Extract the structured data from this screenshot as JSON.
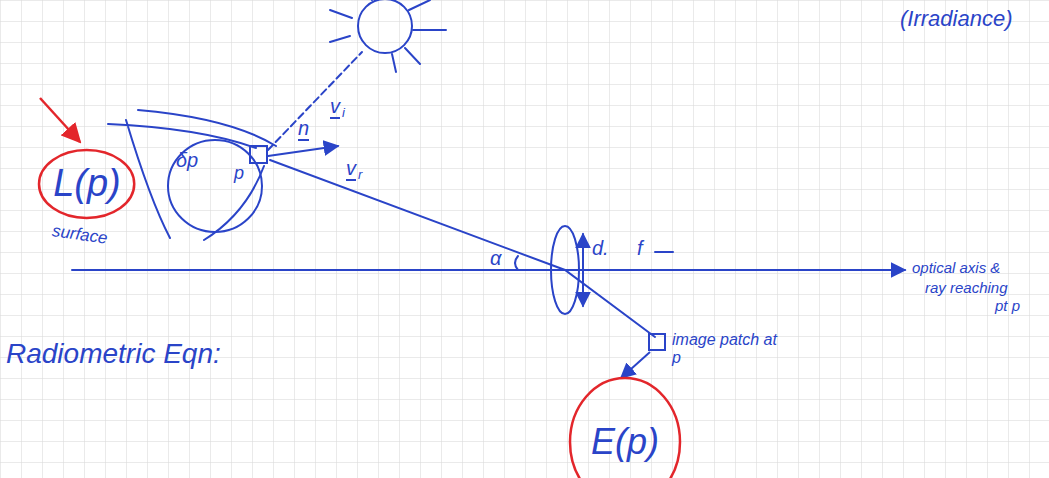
{
  "diagram": {
    "nodes": [
      {
        "text": [
          "L(p)"
        ]
      },
      {
        "text": [
          "δp",
          "p"
        ]
      },
      {
        "text": [
          "image patch at p"
        ]
      },
      {
        "text": [
          "E(p)"
        ]
      }
    ],
    "edges": [
      {
        "from": 2,
        "to": 3,
        "arrow": "to"
      }
    ],
    "labels": [
      "(Irradiance)",
      "v",
      "i",
      "n",
      "v",
      "r",
      "surface",
      "α",
      "d.",
      "f",
      "optical axis &",
      "ray reaching",
      "pt p",
      "Radiometric Eqn:"
    ]
  }
}
